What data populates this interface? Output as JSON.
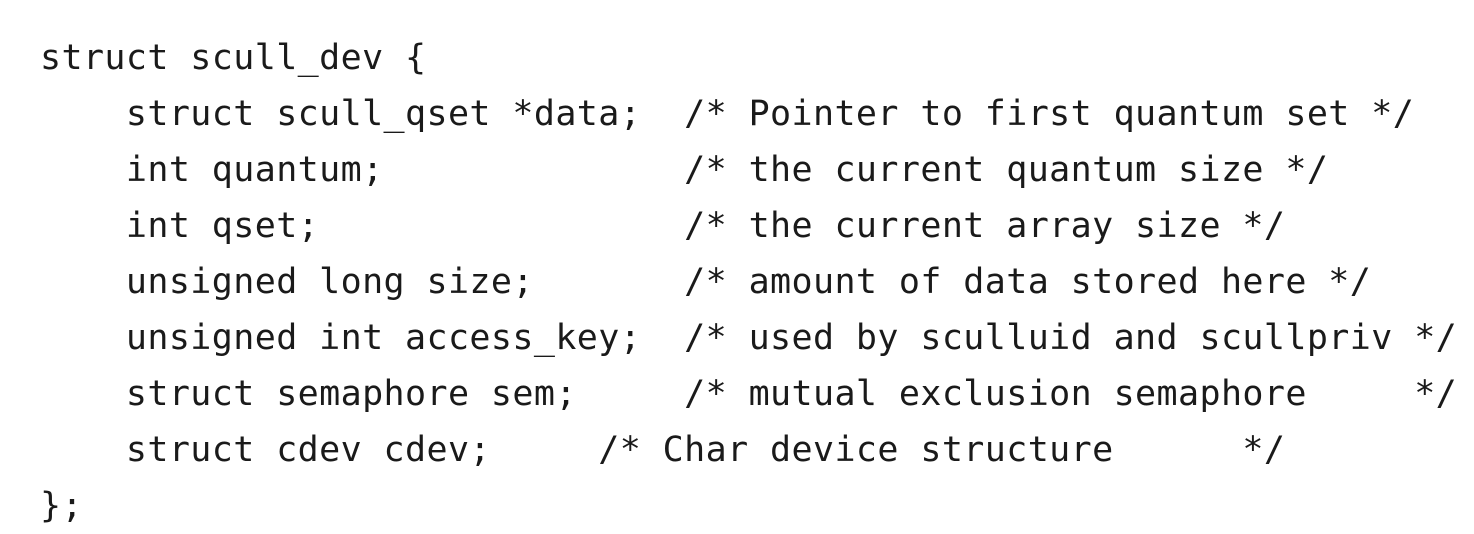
{
  "code": {
    "lines": [
      "struct scull_dev {",
      "    struct scull_qset *data;  /* Pointer to first quantum set */",
      "    int quantum;              /* the current quantum size */",
      "    int qset;                 /* the current array size */",
      "    unsigned long size;       /* amount of data stored here */",
      "    unsigned int access_key;  /* used by sculluid and scullpriv */",
      "    struct semaphore sem;     /* mutual exclusion semaphore     */",
      "    struct cdev cdev;     /* Char device structure      */",
      "};"
    ]
  }
}
